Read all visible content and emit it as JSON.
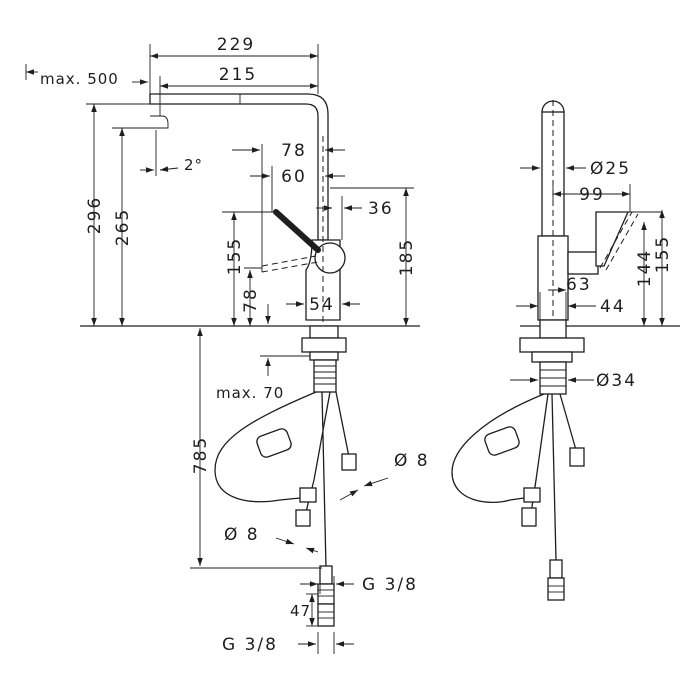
{
  "side_view": {
    "width_overall": "229",
    "width_spout": "215",
    "max_pullout": "max. 500",
    "spout_tilt": "2°",
    "handle_offset_78": "78",
    "handle_offset_60": "60",
    "body_offset": "36",
    "height_overall": "296",
    "height_spout": "265",
    "height_body": "185",
    "height_lever": "155",
    "height_base": "78",
    "base_diameter": "54",
    "max_thickness": "max. 70",
    "hose_length": "785",
    "hose_diameter_1": "Ø 8",
    "hose_diameter_2": "Ø 8",
    "thread_upper": "G 3/8",
    "connector_length": "47",
    "thread_lower": "G 3/8"
  },
  "front_view": {
    "spout_diameter": "Ø25",
    "lever_depth": "99",
    "lever_height_144": "144",
    "lever_height_155": "155",
    "body_width": "63",
    "base_width": "44",
    "shank_diameter": "Ø34"
  }
}
